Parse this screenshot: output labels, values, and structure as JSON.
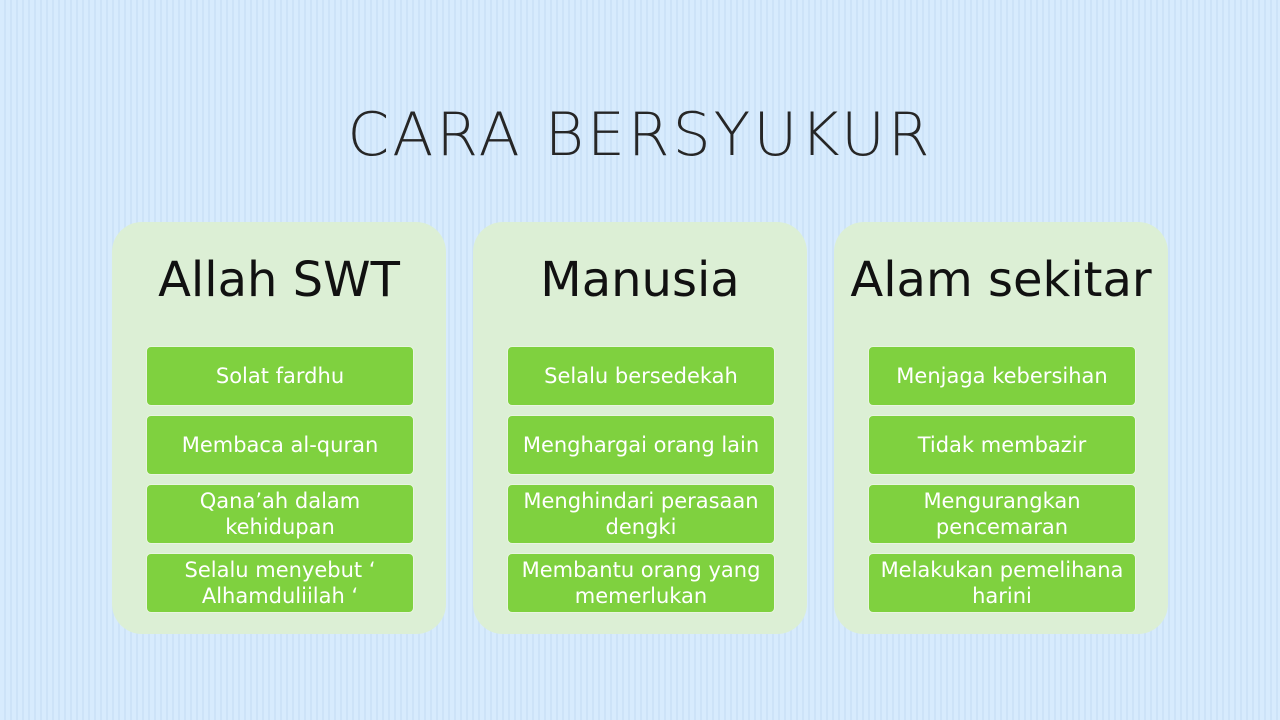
{
  "title": "CARA BERSYUKUR",
  "columns": [
    {
      "heading": "Allah SWT",
      "items": [
        "Solat fardhu",
        "Membaca al-quran",
        "Qana’ah dalam kehidupan",
        "Selalu menyebut ‘ Alhamduliilah ‘"
      ]
    },
    {
      "heading": "Manusia",
      "items": [
        "Selalu bersedekah",
        "Menghargai orang lain",
        "Menghindari perasaan dengki",
        "Membantu orang yang memerlukan"
      ]
    },
    {
      "heading": "Alam sekitar",
      "items": [
        "Menjaga kebersihan",
        "Tidak membazir",
        "Mengurangkan pencemaran",
        "Melakukan pemelihana harini"
      ]
    }
  ]
}
